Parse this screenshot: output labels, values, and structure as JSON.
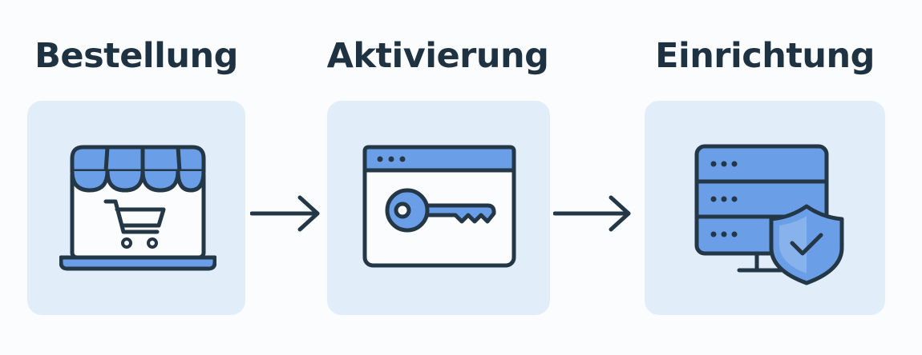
{
  "steps": [
    {
      "title": "Bestellung",
      "icon": "shop-cart-icon"
    },
    {
      "title": "Aktivierung",
      "icon": "browser-key-icon"
    },
    {
      "title": "Einrichtung",
      "icon": "server-shield-icon"
    }
  ],
  "connectors": [
    "arrow-right-icon",
    "arrow-right-icon"
  ],
  "colors": {
    "background": "#fbfcfd",
    "card": "#e1edf9",
    "accent": "#6a9ee6",
    "outline": "#243746",
    "title": "#1f3242"
  }
}
